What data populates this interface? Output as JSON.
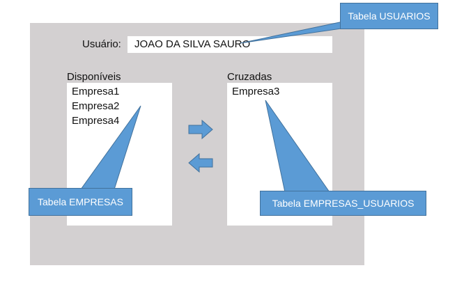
{
  "user": {
    "label": "Usuário:",
    "value": "JOAO DA SILVA SAURO"
  },
  "available": {
    "title": "Disponíveis",
    "items": [
      "Empresa1",
      "Empresa2",
      "Empresa4"
    ]
  },
  "crossed": {
    "title": "Cruzadas",
    "items": [
      "Empresa3"
    ]
  },
  "buttons": {
    "move_right_icon": "arrow-right-icon",
    "move_left_icon": "arrow-left-icon"
  },
  "callouts": {
    "usuarios": "Tabela USUARIOS",
    "empresas": "Tabela EMPRESAS",
    "empresas_usuarios": "Tabela EMPRESAS_USUARIOS"
  },
  "colors": {
    "panel": "#d3d0d1",
    "callout_fill": "#5b9bd5",
    "callout_border": "#41719c",
    "arrow": "#5b9bd5"
  }
}
